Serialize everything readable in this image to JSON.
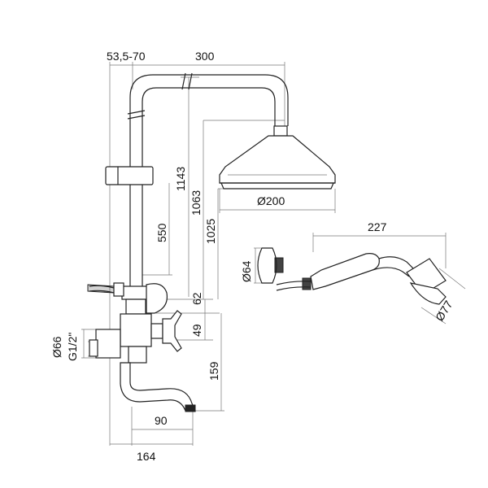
{
  "dimensions": {
    "top_offset": "53,5-70",
    "top_width": "300",
    "height_total": "1143",
    "height_head": "1063",
    "height_head_bottom": "1025",
    "height_slider": "550",
    "height_62": "62",
    "height_49": "49",
    "height_159": "159",
    "head_diameter": "Ø200",
    "hand_length": "227",
    "hand_holder_diameter": "Ø64",
    "hand_head_diameter": "Ø77",
    "inlet_diameter": "Ø66",
    "inlet_thread": "G1/2\"",
    "spout_90": "90",
    "spout_164": "164"
  }
}
